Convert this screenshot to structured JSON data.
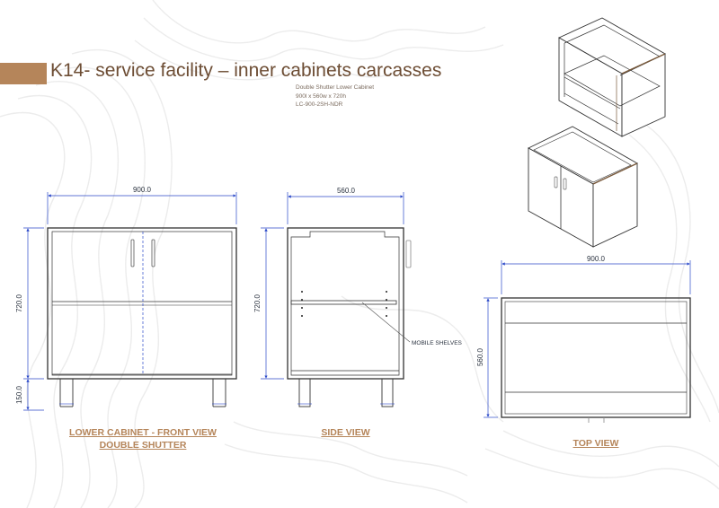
{
  "header": {
    "title": "K14- service facility – inner cabinets carcasses",
    "sub1": "Double Shutter Lower Cabinet",
    "sub2": "900l x 560w x 720h",
    "sub3": "LC-900-2SH-NDR"
  },
  "front_view": {
    "width_dim": "900.0",
    "height_dim": "720.0",
    "leg_dim": "150.0",
    "caption_line1": "LOWER CABINET - FRONT VIEW",
    "caption_line2": "DOUBLE SHUTTER"
  },
  "side_view": {
    "width_dim": "560.0",
    "height_dim": "720.0",
    "shelf_label": "MOBILE SHELVES",
    "caption": "SIDE VIEW"
  },
  "top_view": {
    "width_dim": "900.0",
    "depth_dim": "560.0",
    "caption": "TOP VIEW"
  },
  "colors": {
    "accent": "#b5855a",
    "dimension": "#2b49c9",
    "line": "#333333",
    "panel_edge": "#7a5a3c"
  }
}
